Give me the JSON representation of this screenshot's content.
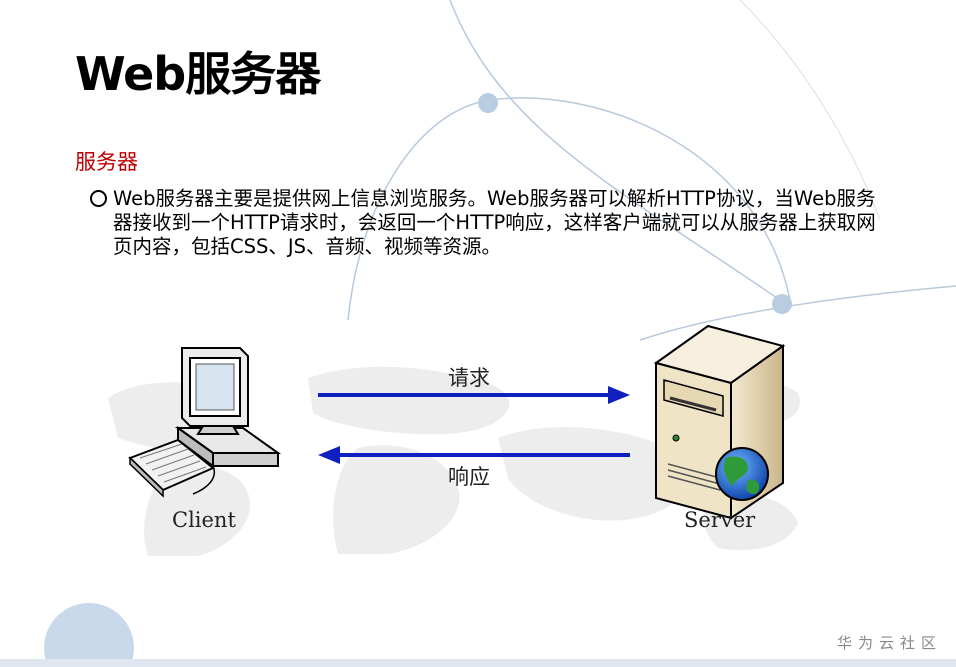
{
  "page": {
    "title": "Web服务器",
    "subtitle": "服务器",
    "paragraph": "Web服务器主要是提供网上信息浏览服务。Web服务器可以解析HTTP协议，当Web服务器接收到一个HTTP请求时，会返回一个HTTP响应，这样客户端就可以从服务器上获取网页内容，包括CSS、JS、音频、视频等资源。",
    "footer": "华为云社区"
  },
  "diagram": {
    "request_label": "请求",
    "response_label": "响应",
    "client_label": "Client",
    "server_label": "Server",
    "icons": [
      "desktop-computer-icon",
      "server-icon",
      "globe-icon"
    ]
  },
  "colors": {
    "title": "#000000",
    "subtitle": "#c00000",
    "arrow": "#1020c0",
    "decoration": "#b8c9dc"
  }
}
